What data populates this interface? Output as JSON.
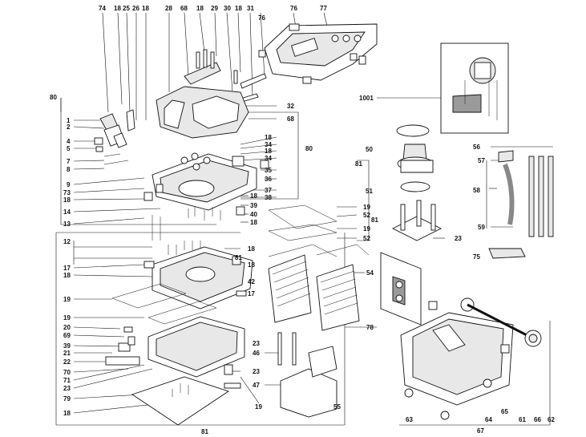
{
  "diagram": {
    "labels": {
      "l74": "74",
      "l18a": "18",
      "l25": "25",
      "l26": "26",
      "l18b": "18",
      "l28": "28",
      "l68a": "68",
      "l18c": "18",
      "l29": "29",
      "l30": "30",
      "l18d": "18",
      "l31": "31",
      "l76a": "76",
      "l76b": "76",
      "l77": "77",
      "l80a": "80",
      "l1001": "1001",
      "l32": "32",
      "l68b": "68",
      "l1": "1",
      "l2": "2",
      "l4": "4",
      "l5": "5",
      "l7": "7",
      "l8": "8",
      "l9": "9",
      "l73": "73",
      "l18e": "18",
      "l14": "14",
      "l13": "13",
      "l18f": "18",
      "l34a": "34",
      "l18g": "18",
      "l34b": "34",
      "l35": "35",
      "l36": "36",
      "l37": "37",
      "l38": "38",
      "l80b": "80",
      "l18h": "18",
      "l39a": "39",
      "l40": "40",
      "l18i": "18",
      "l50": "50",
      "l81a": "81",
      "l51": "51",
      "l19a": "19",
      "l52a": "52",
      "l81b": "81",
      "l19b": "19",
      "l52b": "52",
      "l23a": "23",
      "l56": "56",
      "l57": "57",
      "l58": "58",
      "l59": "59",
      "l75": "75",
      "l12": "12",
      "l17a": "17",
      "l18j": "18",
      "l18k": "18",
      "l81c": "81",
      "l18l": "18",
      "l42": "42",
      "l17b": "17",
      "l54": "54",
      "l19c": "19",
      "l19d": "19",
      "l20": "20",
      "l69": "69",
      "l39b": "39",
      "l21": "21",
      "l22": "22",
      "l70": "70",
      "l71": "71",
      "l23b": "23",
      "l79": "79",
      "l18m": "18",
      "l23c": "23",
      "l46": "46",
      "l23d": "23",
      "l47": "47",
      "l19e": "19",
      "l55": "55",
      "l78": "78",
      "l63": "63",
      "l64": "64",
      "l65": "65",
      "l61": "61",
      "l66": "66",
      "l62": "62",
      "l67": "67",
      "l81d": "81"
    }
  }
}
